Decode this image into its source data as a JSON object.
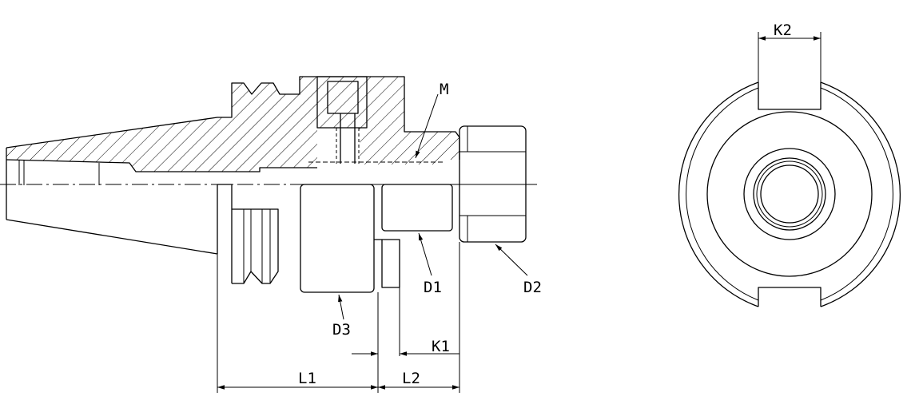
{
  "labels": {
    "M": "M",
    "D1": "D1",
    "D2": "D2",
    "D3": "D3",
    "K1": "K1",
    "K2": "K2",
    "L1": "L1",
    "L2": "L2"
  }
}
